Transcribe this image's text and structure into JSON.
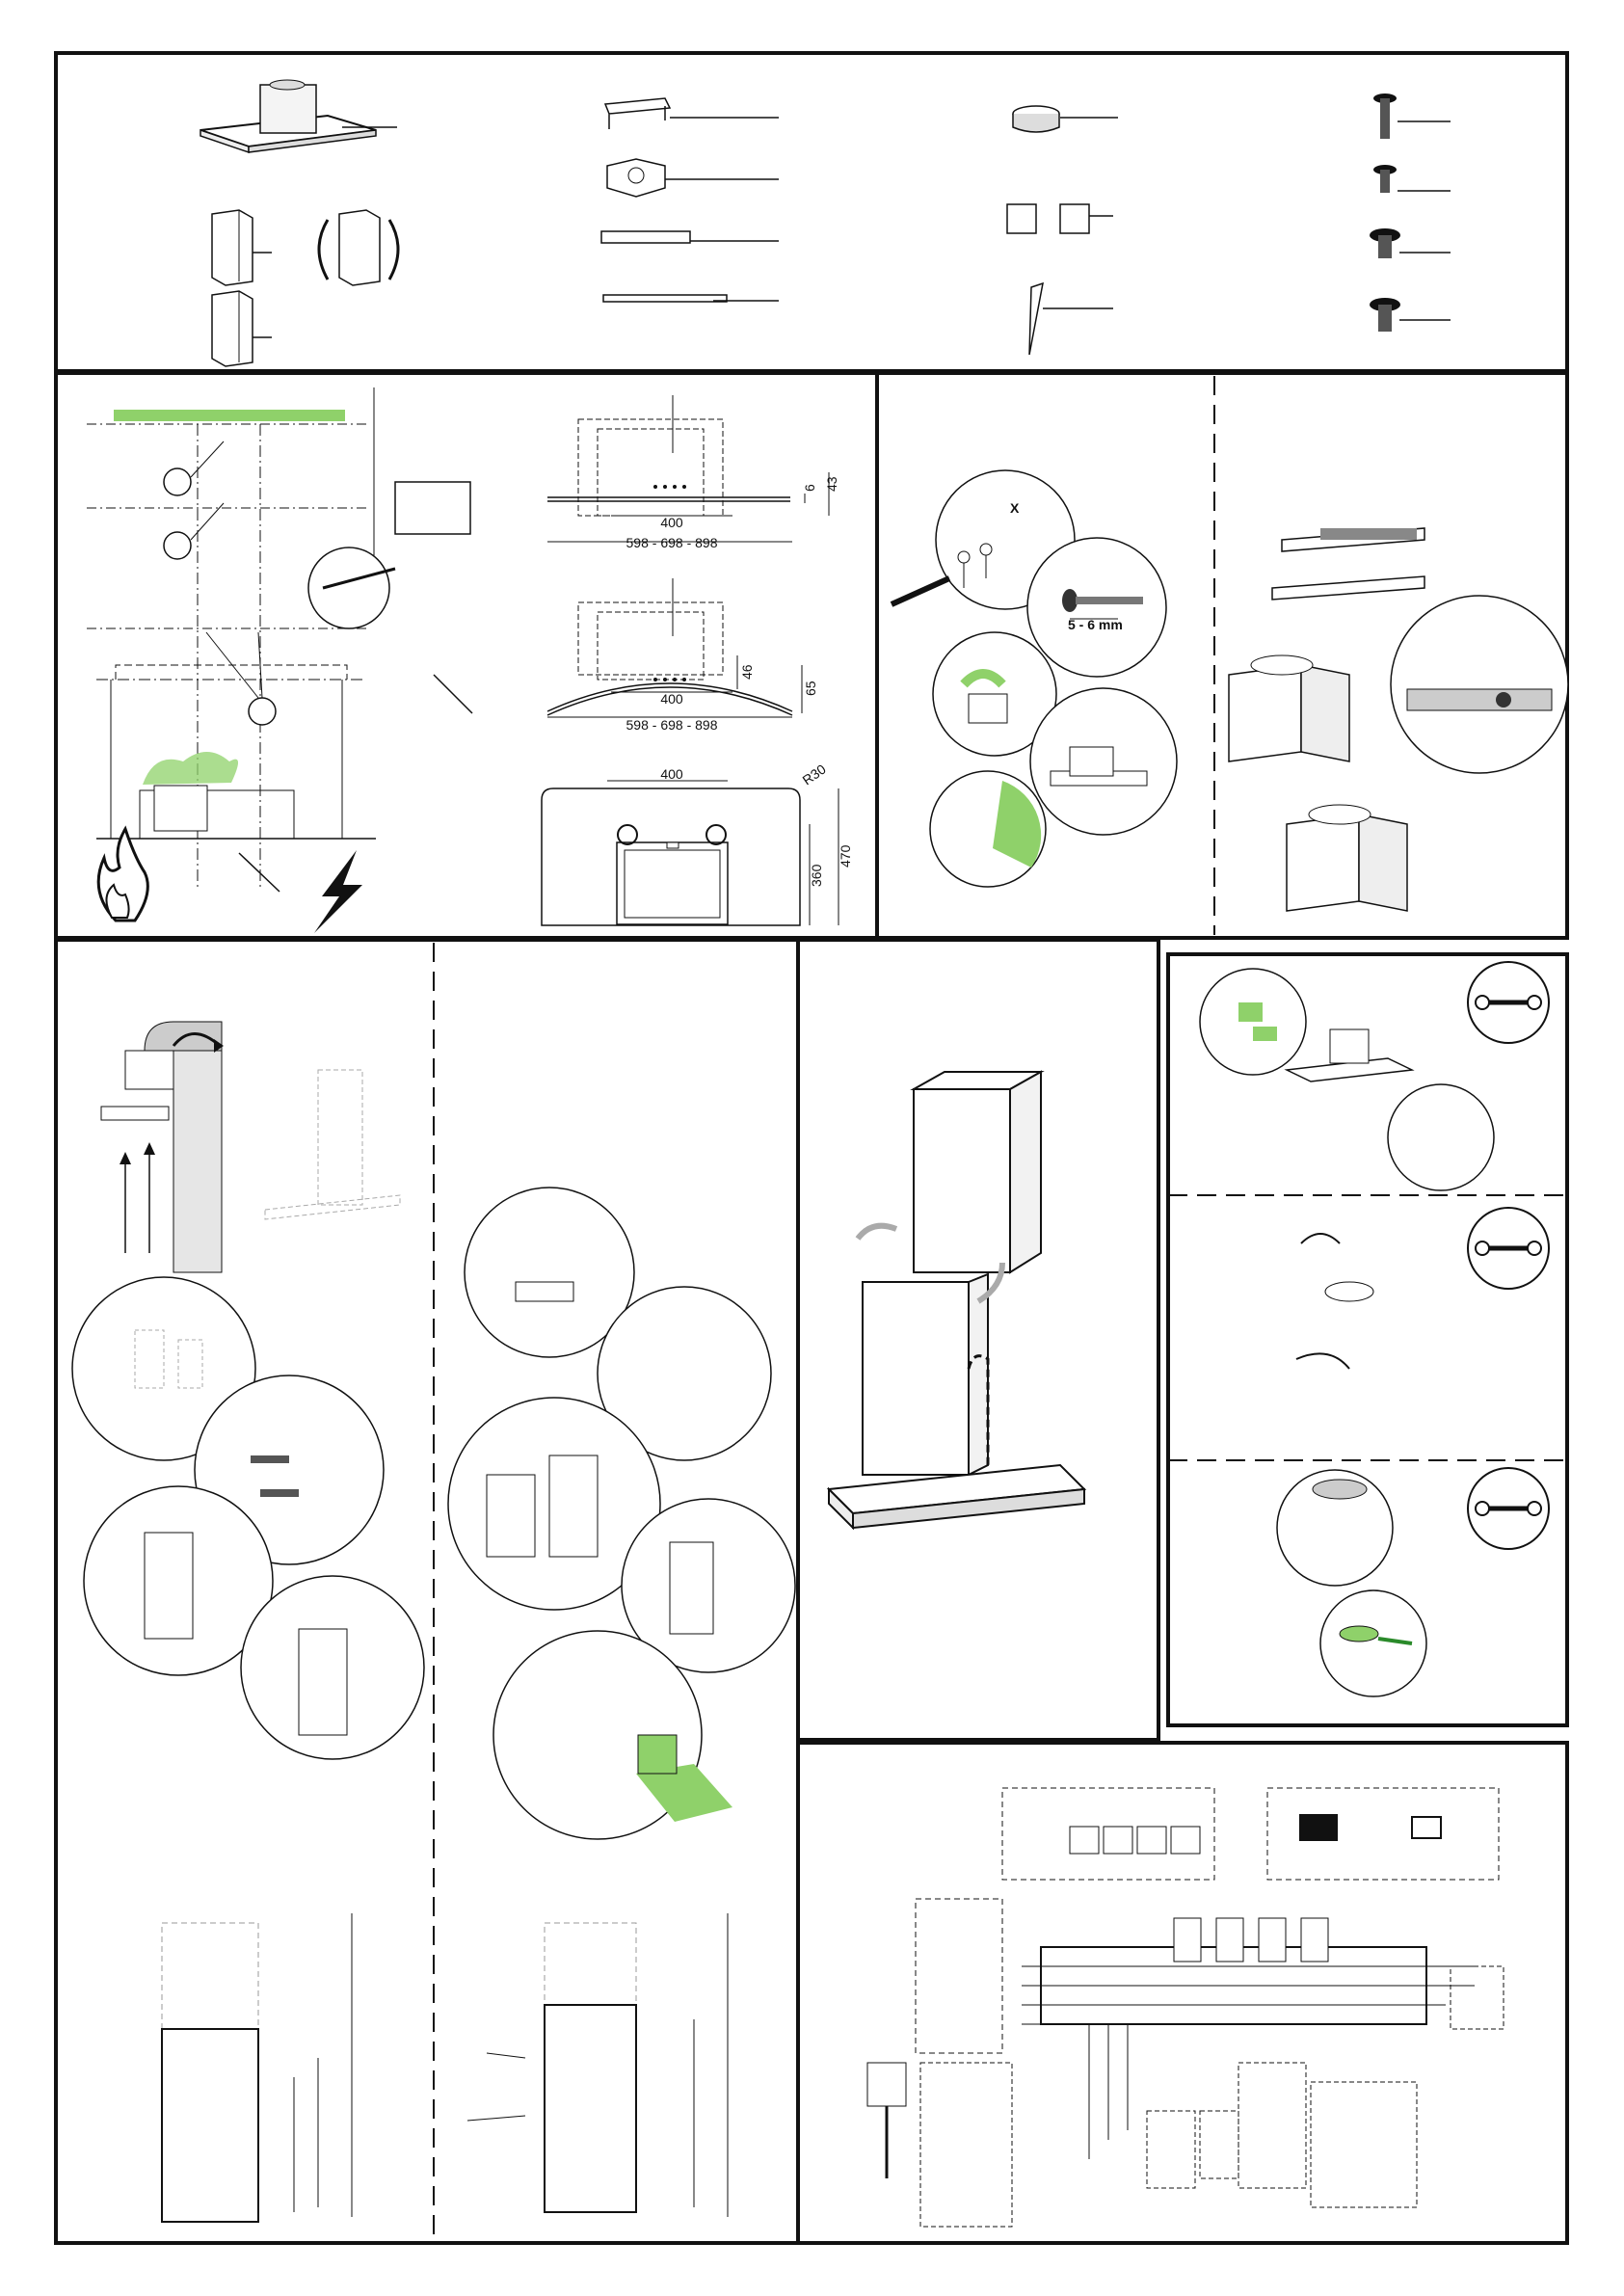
{
  "dimensions": {
    "canopy_width": "400",
    "overall_widths": "598 - 698 - 898",
    "flat_depth_small": "6",
    "flat_depth_large": "43",
    "curved_depth_small": "46",
    "curved_depth_large": "65",
    "top_width": "400",
    "radius": "R30",
    "height_360": "360",
    "height_470": "470",
    "screw_length": "5 - 6 mm",
    "x_mark": "X"
  },
  "colors": {
    "accent_green": "#8fd16a",
    "line": "#111111",
    "light_gray": "#c8c8c8",
    "mid_gray": "#9a9a9a"
  },
  "icons": [
    "flame-icon",
    "lightning-icon",
    "wrench-icon"
  ]
}
